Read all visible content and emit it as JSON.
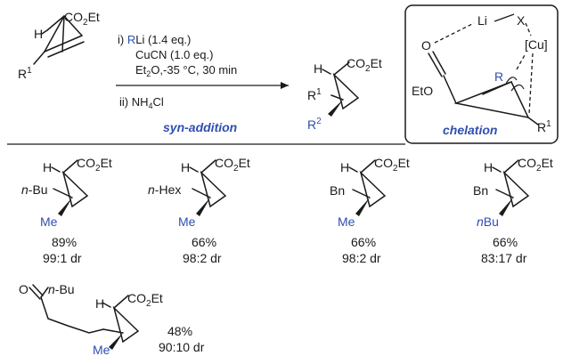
{
  "scheme": {
    "start": {
      "h": "H",
      "ester": "CO",
      "ester_sub": "2",
      "ester_tail": "Et",
      "r": "R",
      "r_sup": "1"
    },
    "conditions": {
      "step1_prefix": "i) ",
      "step1_reagent": "R",
      "step1_rest": "Li (1.4 eq.)",
      "step1_line2": "CuCN (1.0 eq.)",
      "step1_line3_a": "Et",
      "step1_line3_sub": "2",
      "step1_line3_b": "O,-35 °C, 30 min",
      "step2_a": "ii) NH",
      "step2_sub": "4",
      "step2_b": "Cl",
      "label": "syn-addition"
    },
    "product": {
      "h": "H",
      "ester": "CO",
      "ester_sub": "2",
      "ester_tail": "Et",
      "r1": "R",
      "r1_sup": "1",
      "r2": "R",
      "r2_sup": "2"
    },
    "chelation": {
      "li": "Li",
      "x": "X",
      "o": "O",
      "cu": "[Cu]",
      "eto": "EtO",
      "r": "R",
      "r1": "R",
      "r1_sup": "1",
      "label": "chelation"
    },
    "examples": [
      {
        "sub": "n-Bu",
        "sub_italic": "n",
        "sub_rest": "-Bu",
        "r2": "Me",
        "yield": "89%",
        "dr": "99:1 dr"
      },
      {
        "sub_italic": "n",
        "sub_rest": "-Hex",
        "r2": "Me",
        "yield": "66%",
        "dr": "98:2 dr"
      },
      {
        "sub_italic": "",
        "sub_rest": "Bn",
        "r2": "Me",
        "yield": "66%",
        "dr": "98:2 dr"
      },
      {
        "sub_italic": "",
        "sub_rest": "Bn",
        "r2_italic": "n",
        "r2_rest": "Bu",
        "yield": "66%",
        "dr": "83:17 dr"
      },
      {
        "chain_o": "O",
        "chain_italic": "n",
        "chain_rest": "-Bu",
        "r2": "Me",
        "yield": "48%",
        "dr": "90:10 dr"
      }
    ]
  }
}
